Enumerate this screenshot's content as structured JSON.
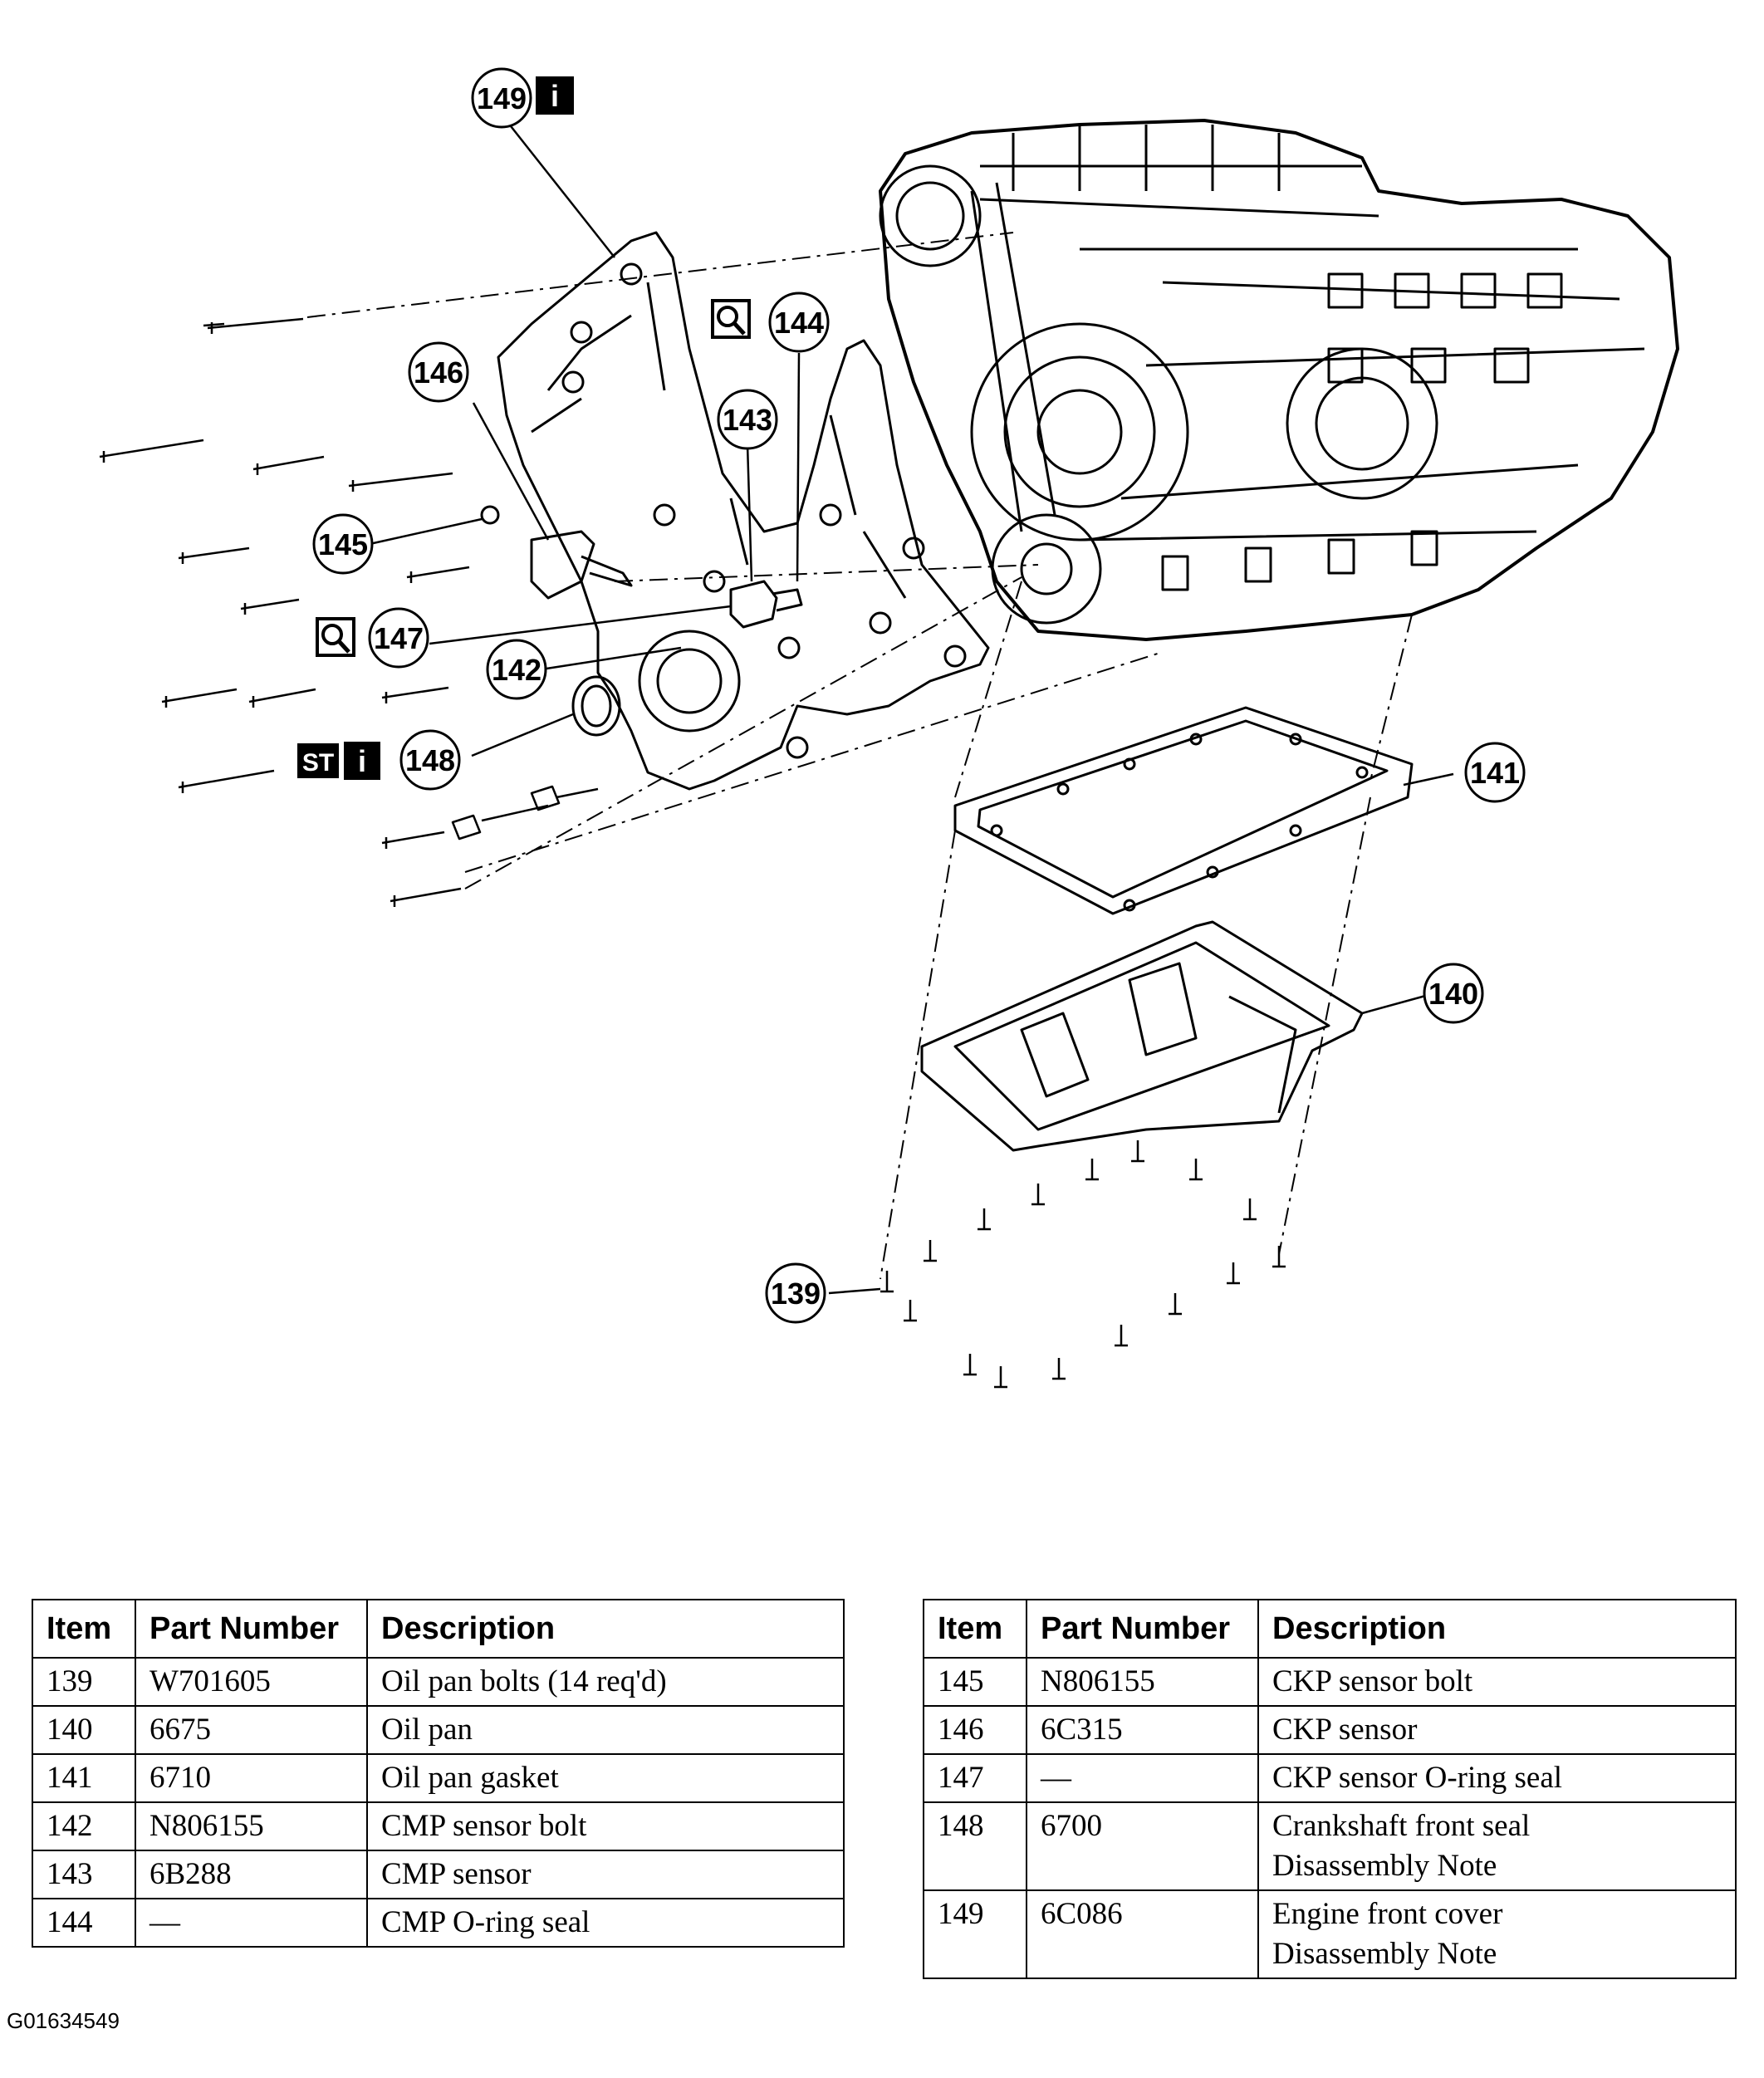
{
  "figure_id": "G01634549",
  "callouts": {
    "c139": "139",
    "c140": "140",
    "c141": "141",
    "c142": "142",
    "c143": "143",
    "c144": "144",
    "c145": "145",
    "c146": "146",
    "c147": "147",
    "c148": "148",
    "c149": "149"
  },
  "badges": {
    "info": "i",
    "special_tool": "ST"
  },
  "table_headers": {
    "item": "Item",
    "part_number": "Part Number",
    "description": "Description"
  },
  "parts_left": [
    {
      "item": "139",
      "part": "W701605",
      "desc": [
        "Oil pan bolts (14 req'd)"
      ]
    },
    {
      "item": "140",
      "part": "6675",
      "desc": [
        "Oil pan"
      ]
    },
    {
      "item": "141",
      "part": "6710",
      "desc": [
        "Oil pan gasket"
      ]
    },
    {
      "item": "142",
      "part": "N806155",
      "desc": [
        "CMP sensor bolt"
      ]
    },
    {
      "item": "143",
      "part": "6B288",
      "desc": [
        "CMP sensor"
      ]
    },
    {
      "item": "144",
      "part": "—",
      "desc": [
        "CMP O-ring seal"
      ]
    }
  ],
  "parts_right": [
    {
      "item": "145",
      "part": "N806155",
      "desc": [
        "CKP sensor bolt"
      ]
    },
    {
      "item": "146",
      "part": "6C315",
      "desc": [
        "CKP sensor"
      ]
    },
    {
      "item": "147",
      "part": "—",
      "desc": [
        "CKP sensor O-ring seal"
      ]
    },
    {
      "item": "148",
      "part": "6700",
      "desc": [
        "Crankshaft front seal",
        "Disassembly Note"
      ]
    },
    {
      "item": "149",
      "part": "6C086",
      "desc": [
        "Engine front cover",
        "Disassembly Note"
      ]
    }
  ]
}
